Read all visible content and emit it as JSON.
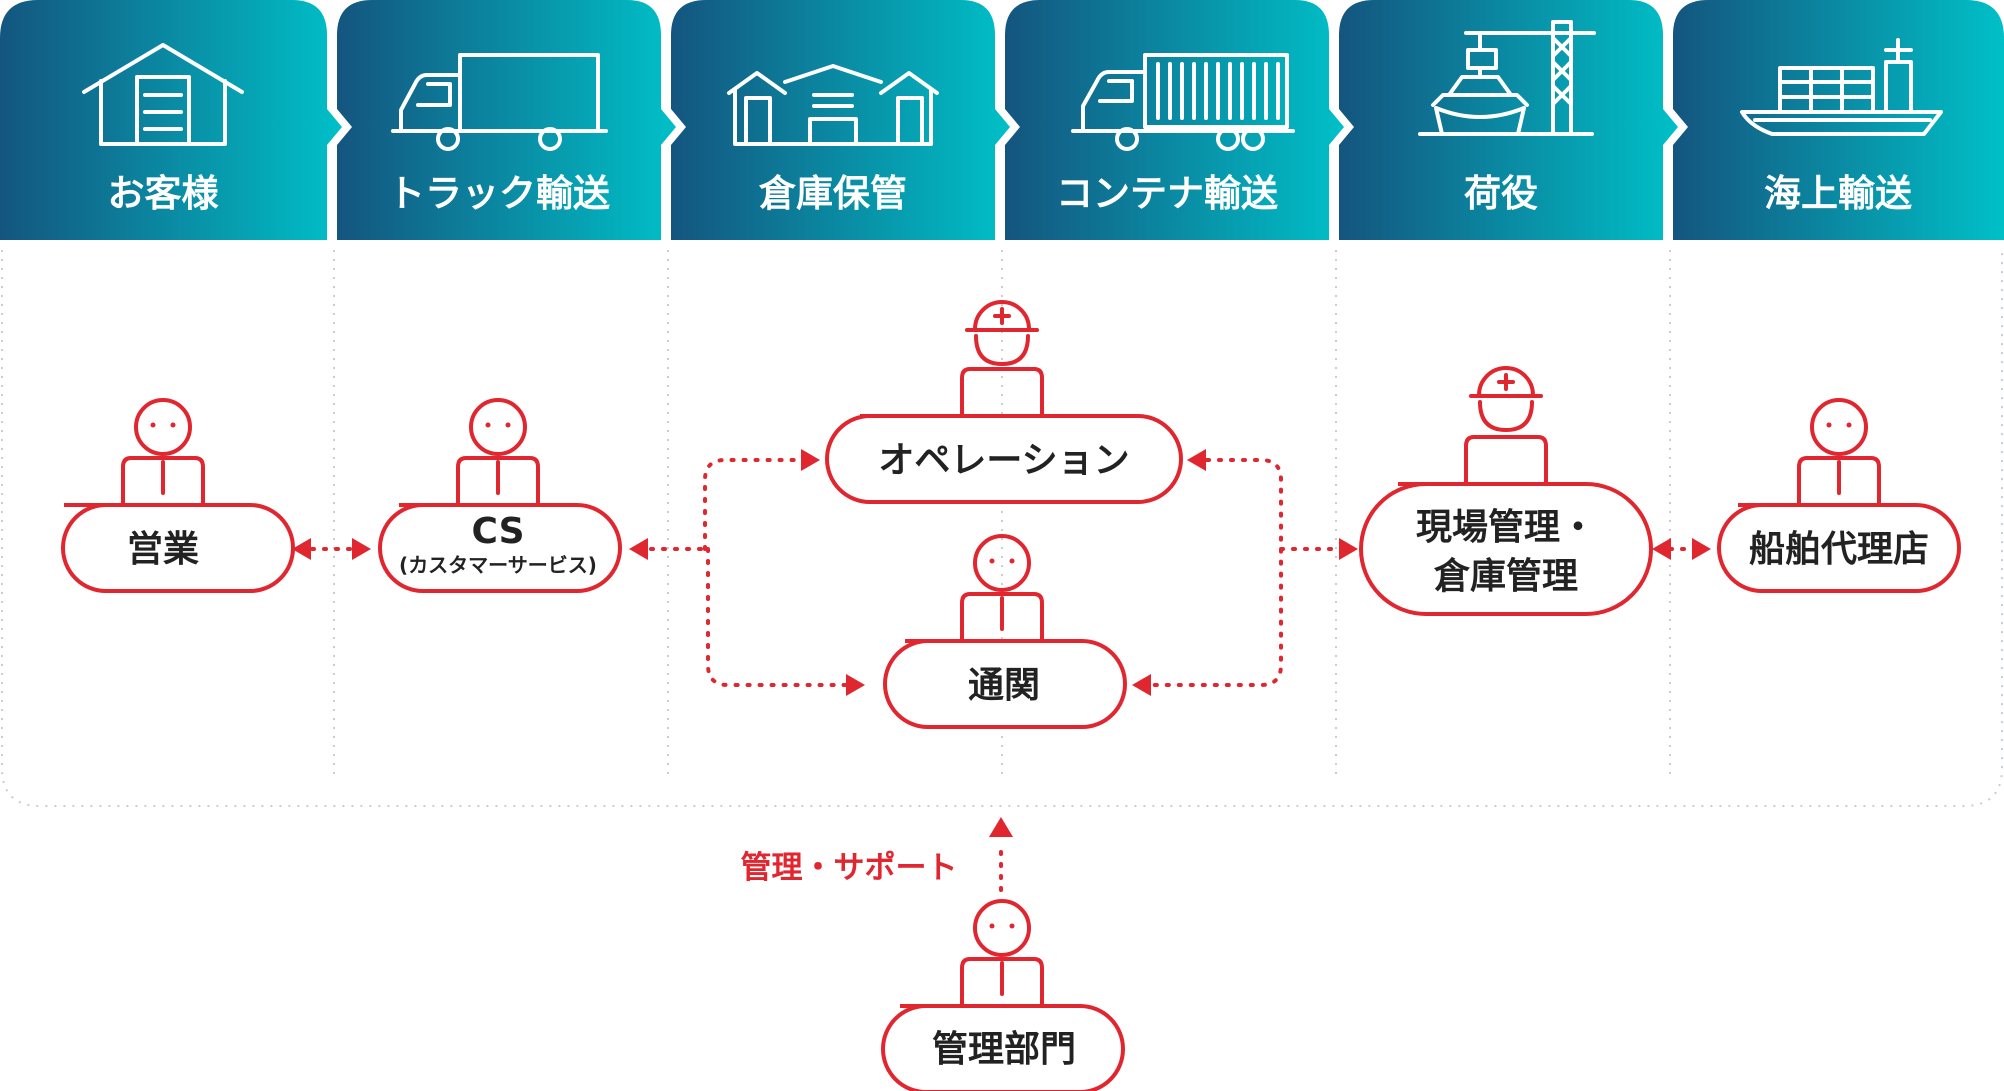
{
  "colors": {
    "header_start": "#14557f",
    "header_end": "#00c0c7",
    "accent_red": "#e0262f",
    "divider_gray": "#c8cdd2",
    "text_dark": "#222222",
    "header_text": "#ffffff"
  },
  "stages": [
    {
      "label": "お客様",
      "icon": "warehouse-icon"
    },
    {
      "label": "トラック輸送",
      "icon": "truck-icon"
    },
    {
      "label": "倉庫保管",
      "icon": "storage-warehouse-icon"
    },
    {
      "label": "コンテナ輸送",
      "icon": "container-truck-icon"
    },
    {
      "label": "荷役",
      "icon": "crane-icon"
    },
    {
      "label": "海上輸送",
      "icon": "cargo-ship-icon"
    }
  ],
  "roles": {
    "sales": {
      "label": "営業",
      "icon": "staff-icon"
    },
    "cs": {
      "label": "CS",
      "sublabel": "(カスタマーサービス)",
      "icon": "staff-icon"
    },
    "operation": {
      "label": "オペレーション",
      "icon": "worker-helmet-icon"
    },
    "customs": {
      "label": "通関",
      "icon": "staff-icon"
    },
    "site": {
      "label_line1": "現場管理・",
      "label_line2": "倉庫管理",
      "icon": "worker-helmet-icon"
    },
    "agent": {
      "label": "船舶代理店",
      "icon": "staff-icon"
    },
    "management": {
      "label": "管理部門",
      "icon": "staff-icon"
    }
  },
  "support": {
    "label": "管理・サポート"
  }
}
